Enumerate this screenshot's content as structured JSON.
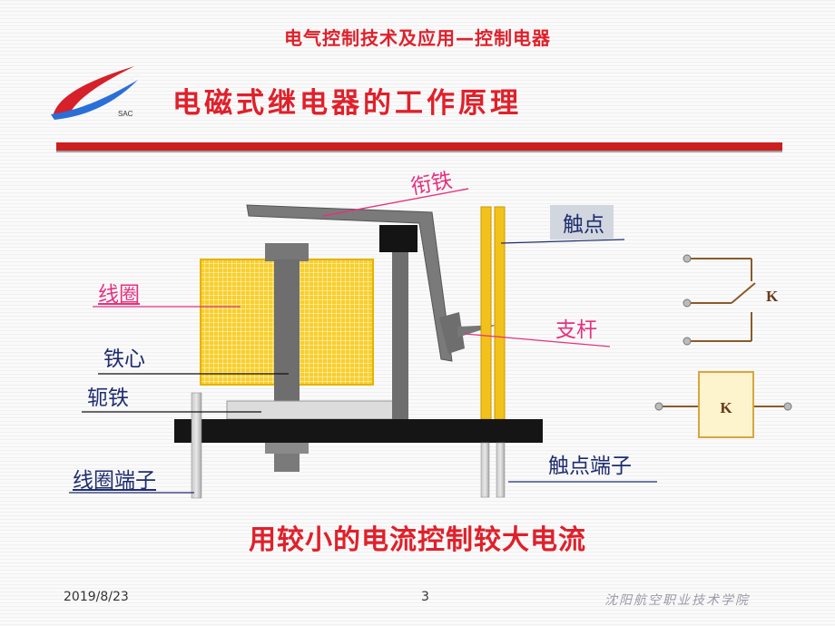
{
  "header": {
    "course_title": "电气控制技术及应用—控制电器",
    "slide_title": "电磁式继电器的工作原理",
    "logo_text": "SAC"
  },
  "labels": {
    "armature": "衔铁",
    "contact": "触点",
    "coil": "线圈",
    "pushrod": "支杆",
    "core": "铁心",
    "yoke": "轭铁",
    "coil_terminal": "线圈端子",
    "contact_terminal": "触点端子"
  },
  "symbols": {
    "contact_symbol_label": "K",
    "coil_symbol_label": "K"
  },
  "subtitle": "用较小的电流控制较大电流",
  "footer": {
    "date": "2019/8/23",
    "page": "3",
    "school": "沈阳航空职业技术学院"
  },
  "colors": {
    "title_red": "#e0202a",
    "coil_yellow": "#f2c21b",
    "label_navy": "#1f2d6e",
    "label_pink": "#e4327f",
    "symbol_box_fill": "#fdf3cc",
    "symbol_border": "#d6a640"
  }
}
